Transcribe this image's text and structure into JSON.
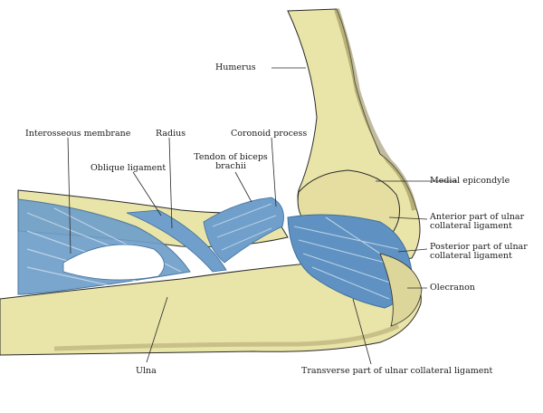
{
  "colors": {
    "bone": "#e9e4a8",
    "bone_shadow": "#b9b07a",
    "ligament": "#6f9fca",
    "ligament_dark": "#3f6f9c",
    "line": "#2a2a2a"
  },
  "labels": {
    "humerus": "Humerus",
    "interosseous_membrane": "Interosseous membrane",
    "radius": "Radius",
    "coronoid_process": "Coronoid process",
    "oblique_ligament": "Oblique ligament",
    "tendon_biceps_line1": "Tendon of biceps",
    "tendon_biceps_line2": "brachii",
    "medial_epicondyle": "Medial epicondyle",
    "anterior_ulnar_line1": "Anterior part of ulnar",
    "anterior_ulnar_line2": "collateral ligament",
    "posterior_ulnar_line1": "Posterior part of ulnar",
    "posterior_ulnar_line2": "collateral ligament",
    "olecranon": "Olecranon",
    "ulna": "Ulna",
    "transverse_ulnar": "Transverse part of ulnar collateral ligament"
  }
}
